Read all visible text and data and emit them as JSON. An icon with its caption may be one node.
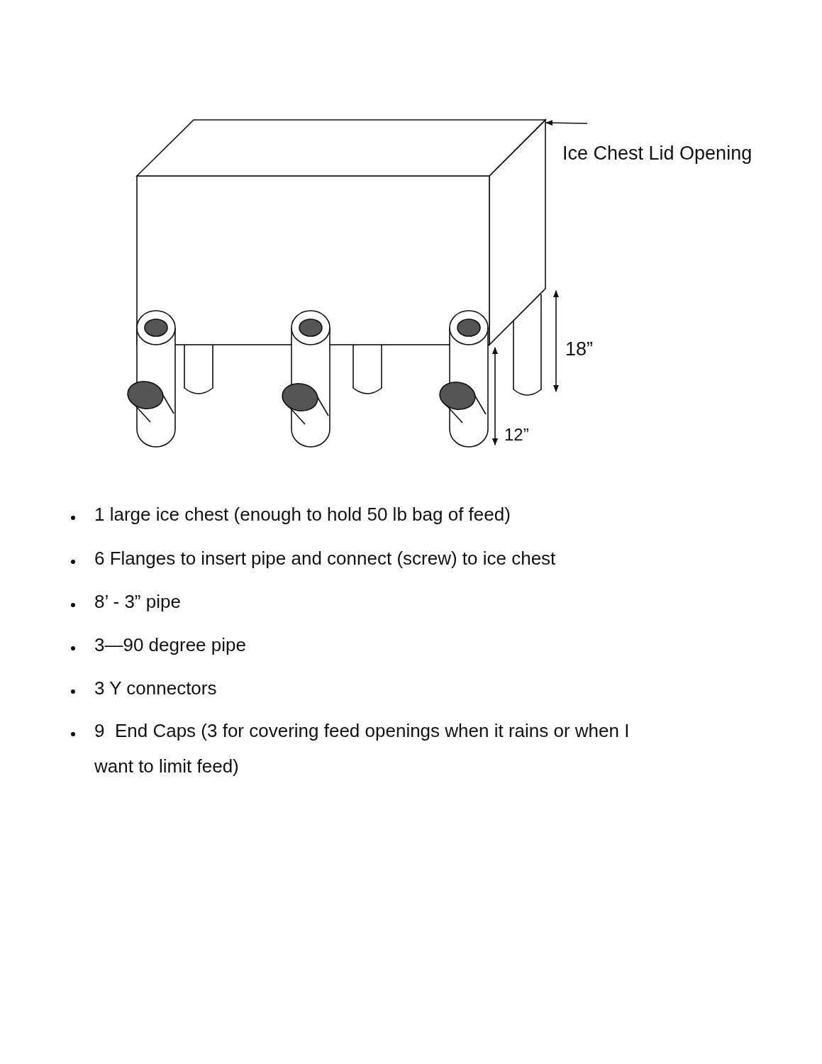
{
  "diagram": {
    "nodes": [
      {
        "text": [
          "Ice Chest Lid Opening"
        ]
      },
      {
        "text": [],
        "shape": "box"
      }
    ],
    "edges": [
      {
        "from": 0,
        "to": 1,
        "arrow": "to"
      }
    ],
    "labels": [
      "18”",
      "12”",
      "1 large ice chest (enough to hold 50 lb bag of feed)",
      "6 Flanges to insert pipe and connect (screw) to ice chest",
      "8’ - 3” pipe",
      "3—90 degree pipe",
      "3 Y connectors",
      "9  End Caps (3 for covering feed openings when it rains or when I want to limit feed)"
    ]
  }
}
